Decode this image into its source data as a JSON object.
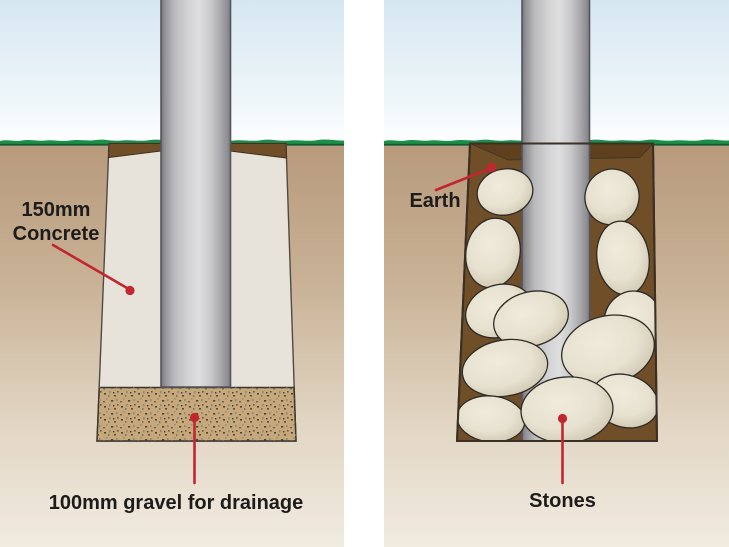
{
  "labels": {
    "concrete_line1": "150mm",
    "concrete_line2": "Concrete",
    "gravel": "100mm gravel for drainage",
    "earth": "Earth",
    "stones": "Stones"
  },
  "colors": {
    "accent_red": "#c2262e",
    "text": "#1d1c1a",
    "concrete": "#e7e3da",
    "gravel": "#c6a87a",
    "soil_dark": "#6f4e28",
    "stone": "#e7e1d0",
    "grass": "#1b8f47",
    "earth_top": "#b7997b",
    "earth_bottom": "#f1ebe0",
    "sky_top": "#d6e7f1"
  }
}
